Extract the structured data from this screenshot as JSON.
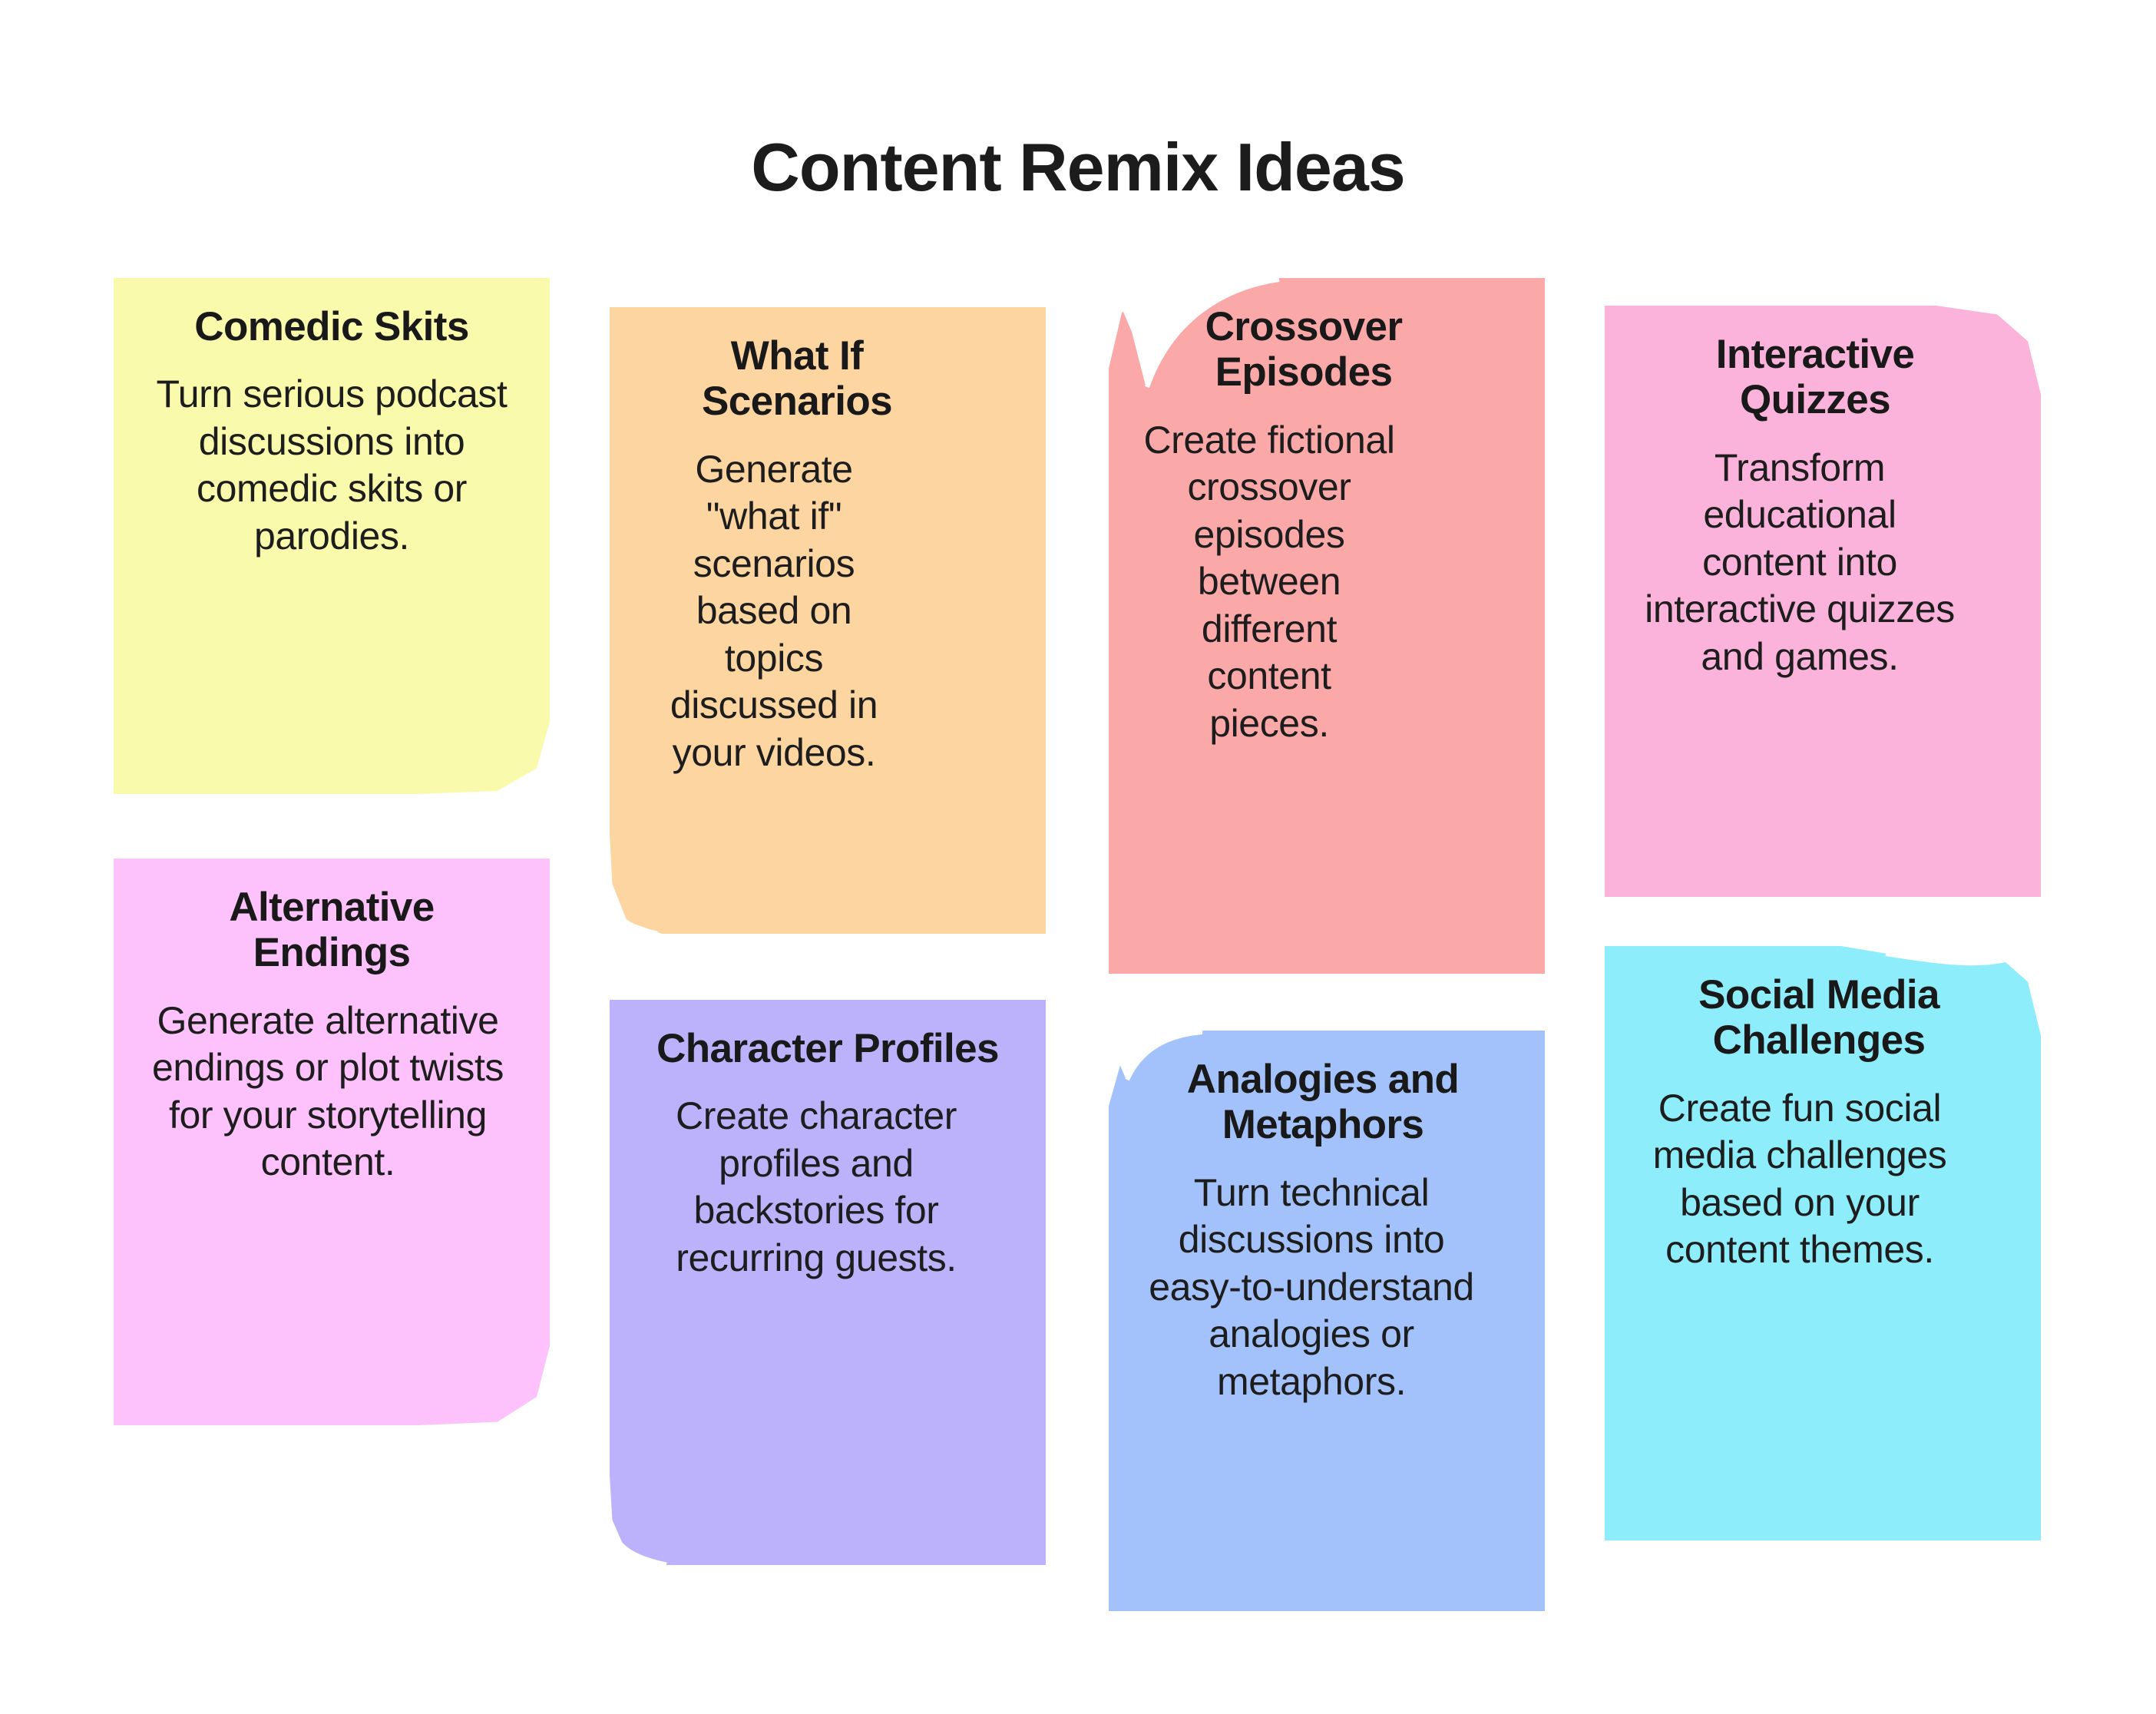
{
  "page": {
    "title": "Content Remix Ideas",
    "background_color": "#FFFFFF",
    "text_color": "#1A1A1A"
  },
  "notes": [
    {
      "id": "comedic-skits",
      "title": "Comedic Skits",
      "body": "Turn serious podcast discussions into comedic skits or parodies.",
      "color": "#FAFAAD",
      "curl": "bottom-right"
    },
    {
      "id": "what-if",
      "title": "What If Scenarios",
      "body": "Generate \"what if\" scenarios based on topics discussed in your videos.",
      "color": "#FCD5A1",
      "curl": "bottom-left"
    },
    {
      "id": "crossover",
      "title": "Crossover Episodes",
      "body": "Create fictional crossover episodes between different content pieces.",
      "color": "#FBA9A8",
      "curl": "top-left"
    },
    {
      "id": "quizzes",
      "title": "Interactive Quizzes",
      "body": "Transform educational content into interactive quizzes and games.",
      "color": "#FBB3DB",
      "curl": "top-right"
    },
    {
      "id": "alt-endings",
      "title": "Alternative Endings",
      "body": "Generate alternative endings or plot twists for your storytelling content.",
      "color": "#FDC2FB",
      "curl": "bottom-right"
    },
    {
      "id": "char-profiles",
      "title": "Character Profiles",
      "body": "Create character profiles and backstories for recurring guests.",
      "color": "#BCB2FB",
      "curl": "bottom-left"
    },
    {
      "id": "analogies",
      "title": "Analogies and Metaphors",
      "body": "Turn technical discussions into easy-to-understand analogies or metaphors.",
      "color": "#A3C2FB",
      "curl": "top-left"
    },
    {
      "id": "social",
      "title": "Social Media Challenges",
      "body": "Create fun social media challenges based on your content themes.",
      "color": "#8EEDFB",
      "curl": "top-right"
    }
  ]
}
